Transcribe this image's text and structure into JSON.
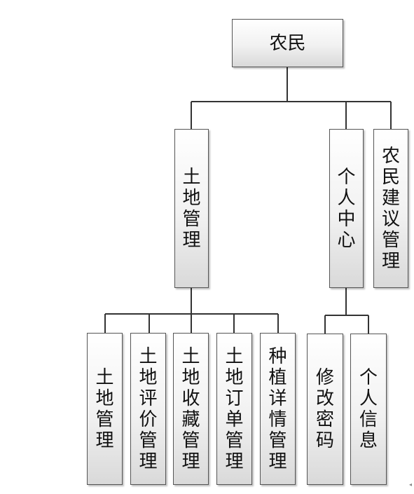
{
  "root": {
    "label": "农民"
  },
  "level1": [
    {
      "label": "土地管理"
    },
    {
      "label": "个人中心"
    },
    {
      "label": "农民建议管理"
    }
  ],
  "land_children": [
    {
      "label": "土地管理"
    },
    {
      "label": "土地评价管理"
    },
    {
      "label": "土地收藏管理"
    },
    {
      "label": "土地订单管理"
    },
    {
      "label": "种植详情管理"
    }
  ],
  "personal_children": [
    {
      "label": "修改密码"
    },
    {
      "label": "个人信息"
    }
  ],
  "colors": {
    "line": "#333333",
    "border": "#555555"
  }
}
